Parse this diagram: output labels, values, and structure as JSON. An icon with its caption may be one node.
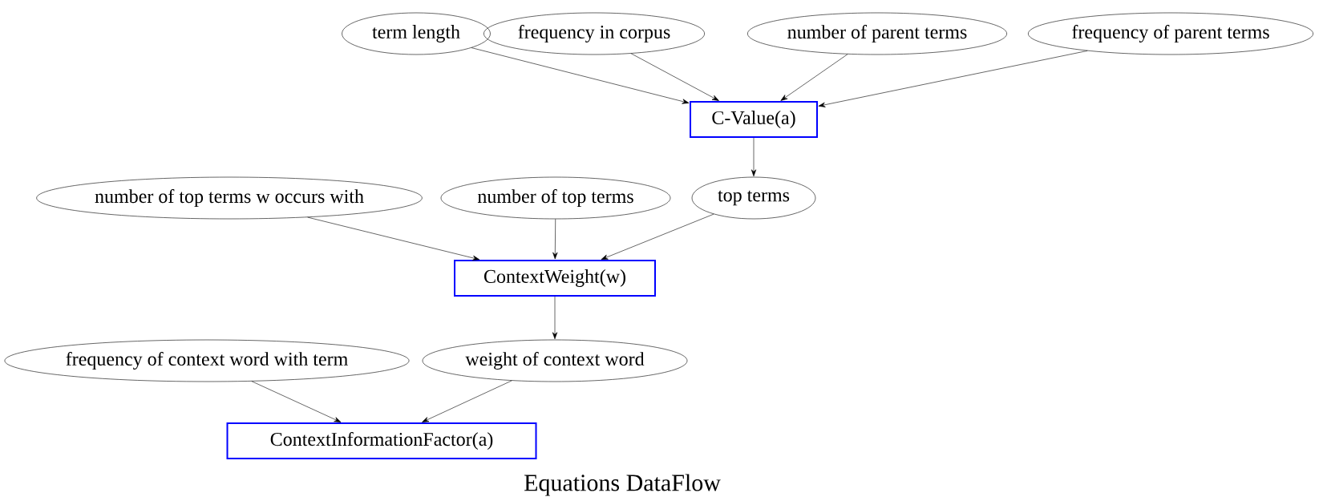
{
  "diagram": {
    "title": "Equations DataFlow",
    "nodes": [
      {
        "text": [
          "term length"
        ]
      },
      {
        "text": [
          "frequency in corpus"
        ]
      },
      {
        "text": [
          "number of parent terms"
        ]
      },
      {
        "text": [
          "frequency of parent terms"
        ]
      },
      {
        "text": [
          "C-Value(a)"
        ]
      },
      {
        "text": [
          "number of top terms w occurs with"
        ]
      },
      {
        "text": [
          "number of top terms"
        ]
      },
      {
        "text": [
          "top terms"
        ]
      },
      {
        "text": [
          "ContextWeight(w)"
        ]
      },
      {
        "text": [
          "frequency of context word with term"
        ]
      },
      {
        "text": [
          "weight of context word"
        ]
      },
      {
        "text": [
          "ContextInformationFactor(a)"
        ]
      }
    ],
    "edges": [
      {
        "from": 0,
        "to": 4,
        "arrow": "to"
      },
      {
        "from": 1,
        "to": 4,
        "arrow": "to"
      },
      {
        "from": 2,
        "to": 4,
        "arrow": "to"
      },
      {
        "from": 3,
        "to": 4,
        "arrow": "to"
      },
      {
        "from": 4,
        "to": 7,
        "arrow": "to"
      },
      {
        "from": 5,
        "to": 8,
        "arrow": "to"
      },
      {
        "from": 6,
        "to": 8,
        "arrow": "to"
      },
      {
        "from": 7,
        "to": 8,
        "arrow": "to"
      },
      {
        "from": 8,
        "to": 10,
        "arrow": "to"
      },
      {
        "from": 9,
        "to": 11,
        "arrow": "to"
      },
      {
        "from": 10,
        "to": 11,
        "arrow": "to"
      }
    ]
  }
}
